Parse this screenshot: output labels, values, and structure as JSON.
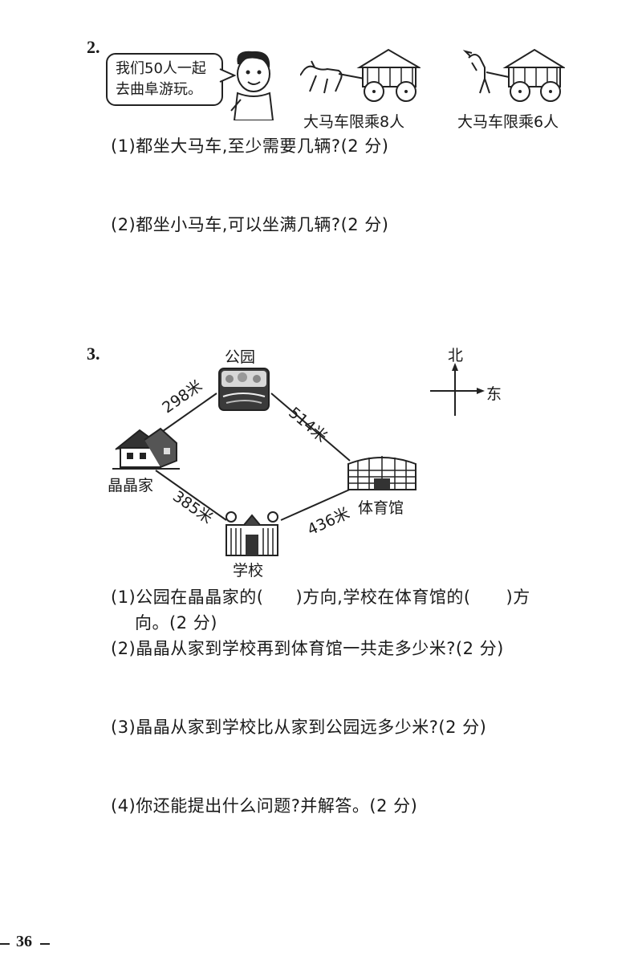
{
  "q2": {
    "number": "2.",
    "speech": [
      "我们50人一起",
      "去曲阜游玩。"
    ],
    "big_cart_label": "大马车限乘8人",
    "small_cart_label": "大马车限乘6人",
    "sub1": "(1)都坐大马车,至少需要几辆?(2 分)",
    "sub2": "(2)都坐小马车,可以坐满几辆?(2 分)"
  },
  "q3": {
    "number": "3.",
    "places": {
      "park": "公园",
      "home": "晶晶家",
      "gym": "体育馆",
      "school": "学校"
    },
    "distances": {
      "home_park": "298米",
      "park_gym": "514米",
      "home_school": "385米",
      "school_gym": "436米"
    },
    "compass": {
      "north": "北",
      "east": "东"
    },
    "sub1_line1": "(1)公园在晶晶家的(",
    "sub1_mid": ")方向,学校在体育馆的(",
    "sub1_end": ")方",
    "sub1_line2": "向。(2 分)",
    "sub2": "(2)晶晶从家到学校再到体育馆一共走多少米?(2 分)",
    "sub3": "(3)晶晶从家到学校比从家到公园远多少米?(2 分)",
    "sub4": "(4)你还能提出什么问题?并解答。(2 分)"
  },
  "footer": {
    "page_number": "36"
  }
}
